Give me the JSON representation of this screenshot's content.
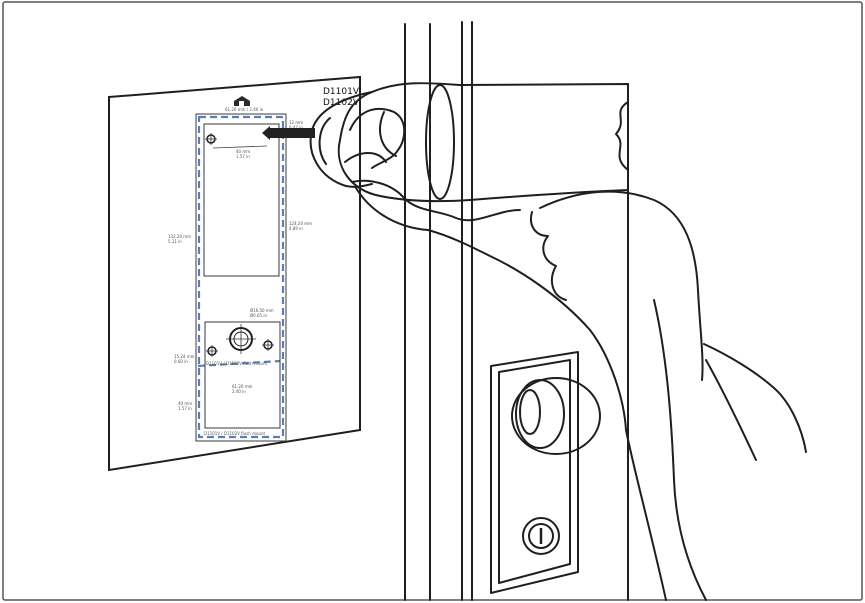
{
  "template": {
    "model_line1": "D1101V",
    "model_line2": "D1102V",
    "top_width": "61.20 mm / 2.40 in",
    "hole_spacing": "40 mm\n1.57 in",
    "side_offset": "12 mm\n0.47 in",
    "total_height": "132.20 mm\n5.21 in",
    "upper_height": "124.20 mm\n4.89 in",
    "center_hole": "Ø16.50 mm\nØ0.65 in",
    "flush_mount_label": "D1101V / D1102V flush mount",
    "mid_offset": "15.24 mm\n0.60 in",
    "lower_width": "61.20 mm\n2.40 in",
    "lower_offset": "40 mm\n1.57 in",
    "bottom_label": "D1101V / D1102V flush mount"
  },
  "colors": {
    "dashed_outline": "#5a7fb8",
    "ink": "#1f1f1f"
  },
  "icons": [
    "door-logo-icon",
    "screw-hole-icon",
    "drill-bit-icon",
    "keyhole-icon"
  ]
}
